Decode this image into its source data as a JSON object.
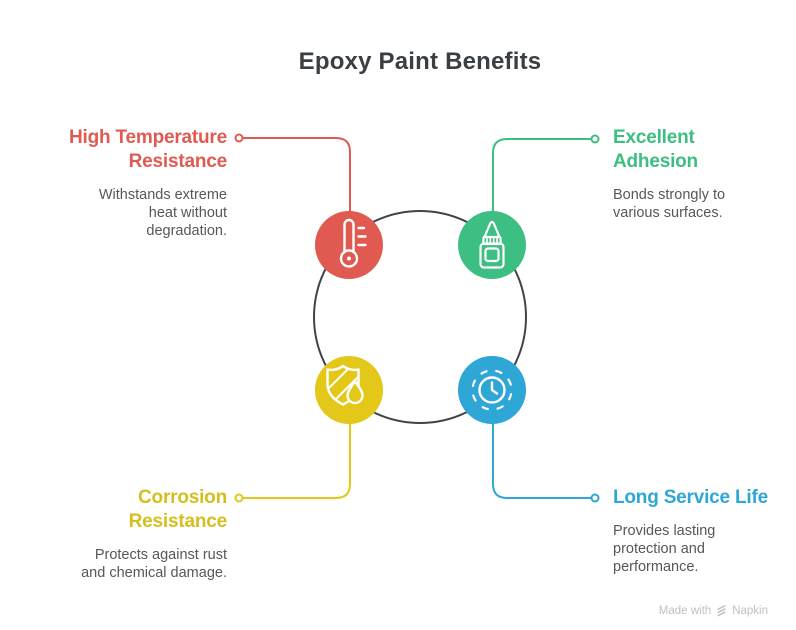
{
  "title": "Epoxy Paint Benefits",
  "colors": {
    "title": "#3A3F44",
    "body_text": "#54585C",
    "ring": "#3F4449",
    "background": "#FFFFFF",
    "watermark": "#BDC1C6"
  },
  "items": [
    {
      "id": "high-temperature-resistance",
      "title": "High Temperature\nResistance",
      "description": "Withstands extreme\nheat without\ndegradation.",
      "color": "#E05A52",
      "icon": "thermometer-icon",
      "position": "top-left"
    },
    {
      "id": "excellent-adhesion",
      "title": "Excellent\nAdhesion",
      "description": "Bonds strongly to\nvarious surfaces.",
      "color": "#3DBE82",
      "icon": "glue-bottle-icon",
      "position": "top-right"
    },
    {
      "id": "corrosion-resistance",
      "title": "Corrosion\nResistance",
      "description": "Protects against rust\nand chemical damage.",
      "color": "#E3C719",
      "icon": "shield-droplet-icon",
      "position": "bottom-left"
    },
    {
      "id": "long-service-life",
      "title": "Long Service Life",
      "description": "Provides lasting\nprotection and\nperformance.",
      "color": "#2FA7D6",
      "icon": "clock-icon",
      "position": "bottom-right"
    }
  ],
  "watermark": {
    "made_with": "Made with",
    "brand": "Napkin"
  }
}
